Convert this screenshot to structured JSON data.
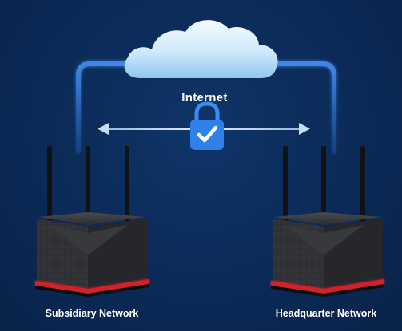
{
  "diagram": {
    "internet_label": "Internet",
    "left_router_label": "Subsidiary Network",
    "right_router_label": "Headquarter Network",
    "cloud_icon": "cloud-icon",
    "lock_icon": "padlock-check-icon",
    "router_icon": "wifi-router-icon",
    "colors": {
      "background": "#0b2a57",
      "link_line": "#3a7bd8",
      "lock": "#2d7de0",
      "router_accent": "#d0202a"
    }
  }
}
